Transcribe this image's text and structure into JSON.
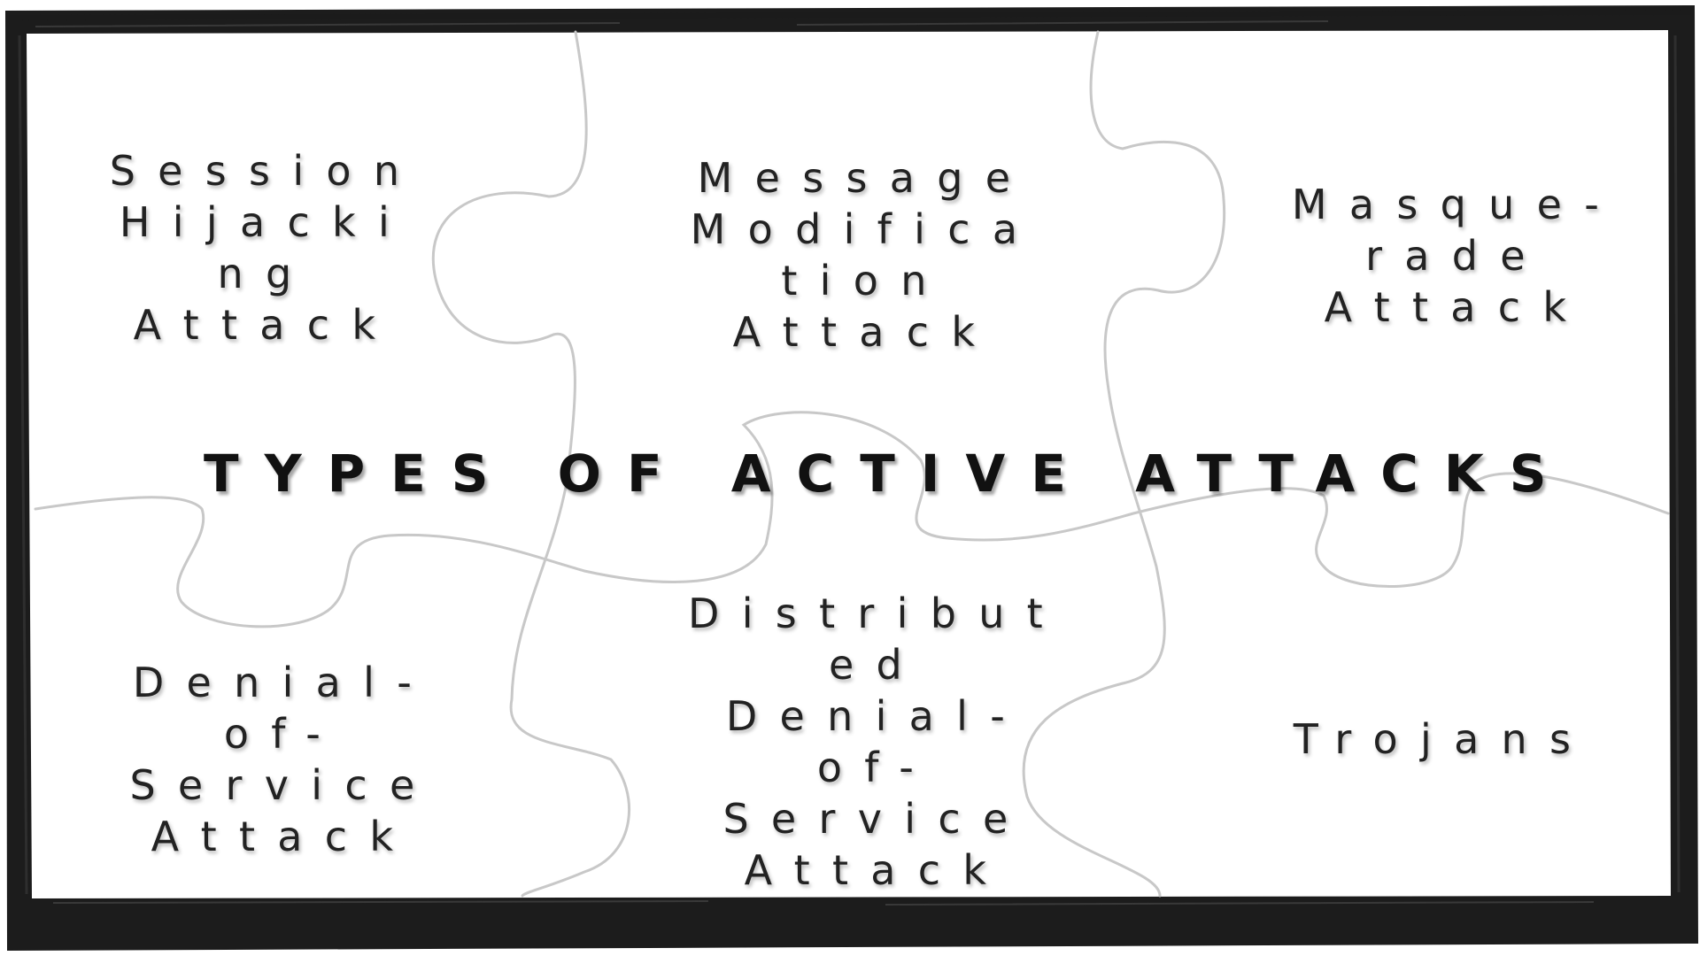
{
  "title": "TYPES OF ACTIVE ATTACKS",
  "pieces": [
    {
      "id": "session-hijacking",
      "text": "Session\nHijacki\nng\nAttack"
    },
    {
      "id": "message-modification",
      "text": "Message\nModifica\ntion\nAttack"
    },
    {
      "id": "masquerade",
      "text": "Masque-\nrade\nAttack"
    },
    {
      "id": "denial-of-service",
      "text": "Denial-\nof-\nService\nAttack"
    },
    {
      "id": "distributed-denial-of-service",
      "text": "Distribut\ned\nDenial-\nof-\nService\nAttack"
    },
    {
      "id": "trojans",
      "text": "Trojans"
    }
  ],
  "colors": {
    "background": "#ffffff",
    "frame": "#1c1c1c",
    "puzzle_lines": "#c8c8c8",
    "text": "#222222"
  }
}
